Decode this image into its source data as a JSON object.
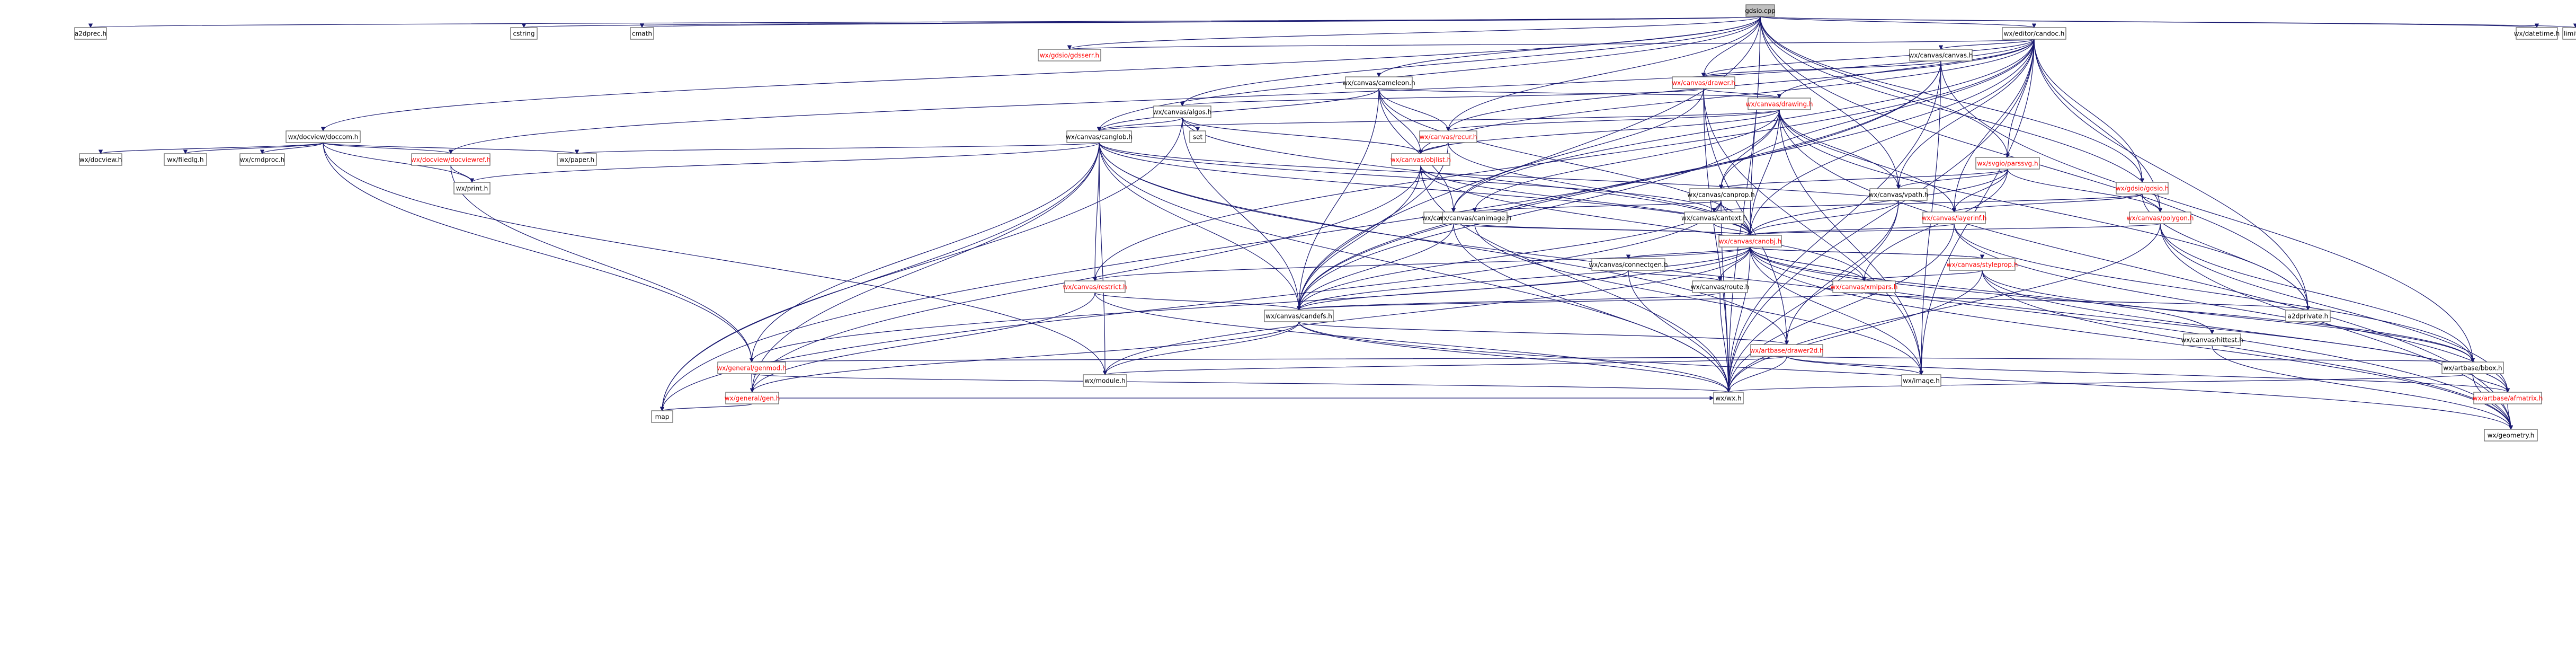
{
  "colors": {
    "edge": "#191970",
    "node_fill": "#ffffff",
    "root_fill": "#bfbfbf",
    "node_border": "#666666",
    "text_black": "#000000",
    "text_red": "#ff0000",
    "background": "#ffffff"
  },
  "nodes": [
    {
      "id": "gdsio_cpp",
      "label": "gdsio.cpp",
      "kind": "root"
    },
    {
      "id": "a2dprec",
      "label": "a2dprec.h",
      "kind": "plain"
    },
    {
      "id": "cstring",
      "label": "cstring",
      "kind": "plain"
    },
    {
      "id": "cmath",
      "label": "cmath",
      "kind": "plain"
    },
    {
      "id": "docview_doccom",
      "label": "wx/docview/doccom.h",
      "kind": "black"
    },
    {
      "id": "gdsio_gdsserr",
      "label": "wx/gdsio/gdsserr.h",
      "kind": "red"
    },
    {
      "id": "editor_candoc",
      "label": "wx/editor/candoc.h",
      "kind": "black"
    },
    {
      "id": "canvas_canvas",
      "label": "wx/canvas/canvas.h",
      "kind": "black"
    },
    {
      "id": "canvas_cameleon",
      "label": "wx/canvas/cameleon.h",
      "kind": "black"
    },
    {
      "id": "canvas_drawer",
      "label": "wx/canvas/drawer.h",
      "kind": "red"
    },
    {
      "id": "canvas_drawing",
      "label": "wx/canvas/drawing.h",
      "kind": "red"
    },
    {
      "id": "canvas_algos",
      "label": "wx/canvas/algos.h",
      "kind": "black"
    },
    {
      "id": "set",
      "label": "set",
      "kind": "plain"
    },
    {
      "id": "canvas_recur",
      "label": "wx/canvas/recur.h",
      "kind": "red"
    },
    {
      "id": "canvas_canglob",
      "label": "wx/canvas/canglob.h",
      "kind": "black"
    },
    {
      "id": "canvas_objlist",
      "label": "wx/canvas/objlist.h",
      "kind": "red"
    },
    {
      "id": "docview_docviewref",
      "label": "wx/docview/docviewref.h",
      "kind": "red"
    },
    {
      "id": "docview",
      "label": "wx/docview.h",
      "kind": "plain"
    },
    {
      "id": "wx_filedlg",
      "label": "wx/filedlg.h",
      "kind": "plain"
    },
    {
      "id": "wx_cmdproc",
      "label": "wx/cmdproc.h",
      "kind": "plain"
    },
    {
      "id": "wx_paper",
      "label": "wx/paper.h",
      "kind": "plain"
    },
    {
      "id": "wx_print",
      "label": "wx/print.h",
      "kind": "plain"
    },
    {
      "id": "svgio_parssvg",
      "label": "wx/svgio/parssvg.h",
      "kind": "red"
    },
    {
      "id": "canvas_canprop",
      "label": "wx/canvas/canprop.h",
      "kind": "black"
    },
    {
      "id": "canvas_vpath",
      "label": "wx/canvas/vpath.h",
      "kind": "black"
    },
    {
      "id": "gdsio_gdsio",
      "label": "wx/gdsio/gdsio.h",
      "kind": "red"
    },
    {
      "id": "canvas_canpin",
      "label": "wx/canvas/canpin.h",
      "kind": "black"
    },
    {
      "id": "canvas_canimage",
      "label": "wx/canvas/canimage.h",
      "kind": "black"
    },
    {
      "id": "canvas_cantext",
      "label": "wx/canvas/cantext.h",
      "kind": "black"
    },
    {
      "id": "canvas_layerinf",
      "label": "wx/canvas/layerinf.h",
      "kind": "red"
    },
    {
      "id": "canvas_polygon",
      "label": "wx/canvas/polygon.h",
      "kind": "red"
    },
    {
      "id": "canvas_canobj",
      "label": "wx/canvas/canobj.h",
      "kind": "red"
    },
    {
      "id": "canvas_connectgen",
      "label": "wx/canvas/connectgen.h",
      "kind": "black"
    },
    {
      "id": "canvas_restrict",
      "label": "wx/canvas/restrict.h",
      "kind": "red"
    },
    {
      "id": "canvas_route",
      "label": "wx/canvas/route.h",
      "kind": "black"
    },
    {
      "id": "canvas_styleprop",
      "label": "wx/canvas/styleprop.h",
      "kind": "red"
    },
    {
      "id": "canvas_xmlpars",
      "label": "wx/canvas/xmlpars.h",
      "kind": "red"
    },
    {
      "id": "a2dprivate",
      "label": "a2dprivate.h",
      "kind": "plain"
    },
    {
      "id": "canvas_candefs",
      "label": "wx/canvas/candefs.h",
      "kind": "black"
    },
    {
      "id": "artbase_drawer2d",
      "label": "wx/artbase/drawer2d.h",
      "kind": "red"
    },
    {
      "id": "canvas_hittest",
      "label": "wx/canvas/hittest.h",
      "kind": "black"
    },
    {
      "id": "artbase_bbox",
      "label": "wx/artbase/bbox.h",
      "kind": "black"
    },
    {
      "id": "general_genmod",
      "label": "wx/general/genmod.h",
      "kind": "red"
    },
    {
      "id": "wx_module",
      "label": "wx/module.h",
      "kind": "plain"
    },
    {
      "id": "wx_image",
      "label": "wx/image.h",
      "kind": "plain"
    },
    {
      "id": "general_gen",
      "label": "wx/general/gen.h",
      "kind": "red"
    },
    {
      "id": "wx_wx",
      "label": "wx/wx.h",
      "kind": "plain"
    },
    {
      "id": "artbase_afmatrix",
      "label": "wx/artbase/afmatrix.h",
      "kind": "red"
    },
    {
      "id": "map",
      "label": "map",
      "kind": "plain"
    },
    {
      "id": "wx_geometry",
      "label": "wx/geometry.h",
      "kind": "plain"
    },
    {
      "id": "wx_datetime",
      "label": "wx/datetime.h",
      "kind": "plain"
    },
    {
      "id": "limits",
      "label": "limits.h",
      "kind": "plain"
    }
  ]
}
